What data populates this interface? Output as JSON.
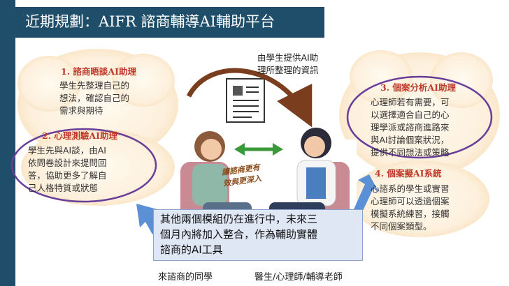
{
  "title": "近期規劃：AIFR 諮商輔導AI輔助平台",
  "source_note": [
    "由學生提供AI助",
    "理所整理的資訊"
  ],
  "bubbles": {
    "b1": {
      "heading": "1. 諮商晤談AI助理",
      "lines": [
        "學生先整理自己的",
        "想法，確認自己的",
        "需求與期待"
      ]
    },
    "b2": {
      "heading": "2. 心理測驗AI助理",
      "lines": [
        "學生先與AI談，由AI",
        "依問卷設計來提問回",
        "答，協助更多了解自",
        "己人格特質或狀態"
      ]
    },
    "b3": {
      "heading": "3. 個案分析AI助理",
      "lines": [
        "心理師若有需要，可",
        "以選擇適合自己的心",
        "理學派或諮商進路來",
        "與AI討論個案狀況，",
        "提供不同想法或策略"
      ]
    },
    "b4": {
      "heading": "4. 個案擬AI系統",
      "lines": [
        "心諮系的學生或實習",
        "心理師可以透過個案",
        "模擬系統練習，接觸",
        "不同個案類型。"
      ]
    }
  },
  "center_caption": [
    "讓諮商更有",
    "效與更深入"
  ],
  "popup_lines": [
    "其他兩個模組仍在進行中，未來三",
    "個月內將加入整合，作為輔助實體",
    "諮商的AI工具"
  ],
  "labels": {
    "student": "來諮商的同學",
    "counselor": "醫生/心理師/輔導老師"
  },
  "colors": {
    "title_bg": "#1f4e6b",
    "purple": "#6a3d9a",
    "red": "#c0392b",
    "arrow_blue": "#5b8fd6",
    "green": "#3a9a3a",
    "brown": "#7a3e1e"
  }
}
